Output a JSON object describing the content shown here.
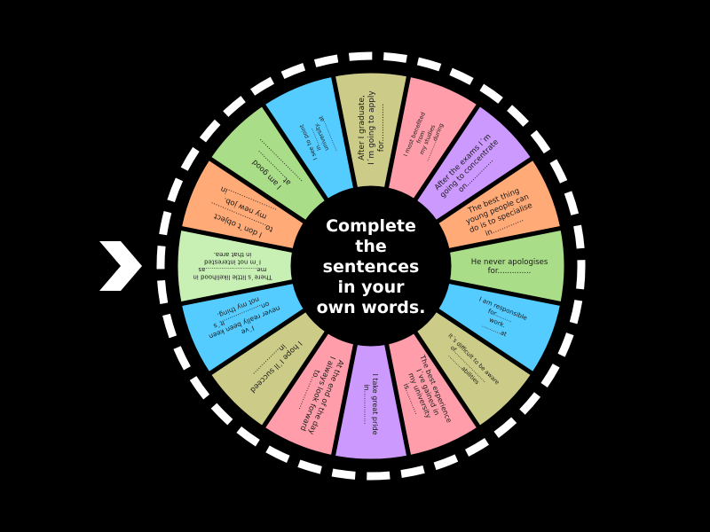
{
  "center": {
    "lines": [
      "Complete",
      "the",
      "sentences",
      "in your",
      "own words."
    ]
  },
  "colors": {
    "background": "#000000",
    "ring_dash": "#ffffff",
    "segment_border": "#000000",
    "hub": "#000000",
    "pointer": "#ffffff"
  },
  "segments": [
    {
      "color": "#cccc88",
      "size": 9,
      "lines": [
        "After I graduate,",
        "I´m going to apply",
        "for..............."
      ]
    },
    {
      "color": "#ff9eaa",
      "size": 6.5,
      "lines": [
        "I most benefited",
        "from",
        "my studies",
        "............during"
      ]
    },
    {
      "color": "#cc99ff",
      "size": 8.5,
      "lines": [
        "After the exams I´m",
        "going to concentrate",
        "on..............."
      ]
    },
    {
      "color": "#ffaa77",
      "size": 8.5,
      "lines": [
        "The best thing",
        "young people can",
        "do is to specialise",
        "in.............."
      ]
    },
    {
      "color": "#aadd88",
      "size": 8.5,
      "lines": [
        "He never apologises",
        "for.............."
      ]
    },
    {
      "color": "#55ccff",
      "size": 7,
      "lines": [
        "I am responsible",
        "for.........",
        "work.",
        "..........at"
      ]
    },
    {
      "color": "#cccc88",
      "size": 6.5,
      "lines": [
        "It´s difficult to be aware",
        "of........................",
        "..........abilities"
      ]
    },
    {
      "color": "#ff9eaa",
      "size": 8,
      "lines": [
        "The best experience",
        "I´ve gained in",
        "my university",
        "is............"
      ]
    },
    {
      "color": "#cc99ff",
      "size": 8,
      "lines": [
        "I take great pride",
        "in..............."
      ]
    },
    {
      "color": "#ff9eaa",
      "size": 8.5,
      "lines": [
        "At the end of the day",
        "I always look forward",
        "to..............."
      ]
    },
    {
      "color": "#cccc88",
      "size": 8.5,
      "lines": [
        "I hope I´ll succeed",
        "in..............."
      ]
    },
    {
      "color": "#55ccff",
      "size": 7.5,
      "lines": [
        "I´ve",
        "never really been keen",
        "on...................It´s",
        "not my thing."
      ]
    },
    {
      "color": "#c8f0b4",
      "size": 7,
      "lines": [
        "There´s little likelihood in",
        "me..........................as",
        "I´m not interested",
        "in that area."
      ]
    },
    {
      "color": "#ffaa77",
      "size": 8.5,
      "lines": [
        "I don´t object",
        "to.........................",
        "my new job.",
        "......................in"
      ]
    },
    {
      "color": "#aadd88",
      "size": 8.5,
      "lines": [
        "I am good",
        "at................",
        "........................."
      ]
    },
    {
      "color": "#55ccff",
      "size": 6.5,
      "lines": [
        "I see to point",
        "in..........",
        "university.",
        "..................at"
      ]
    }
  ]
}
